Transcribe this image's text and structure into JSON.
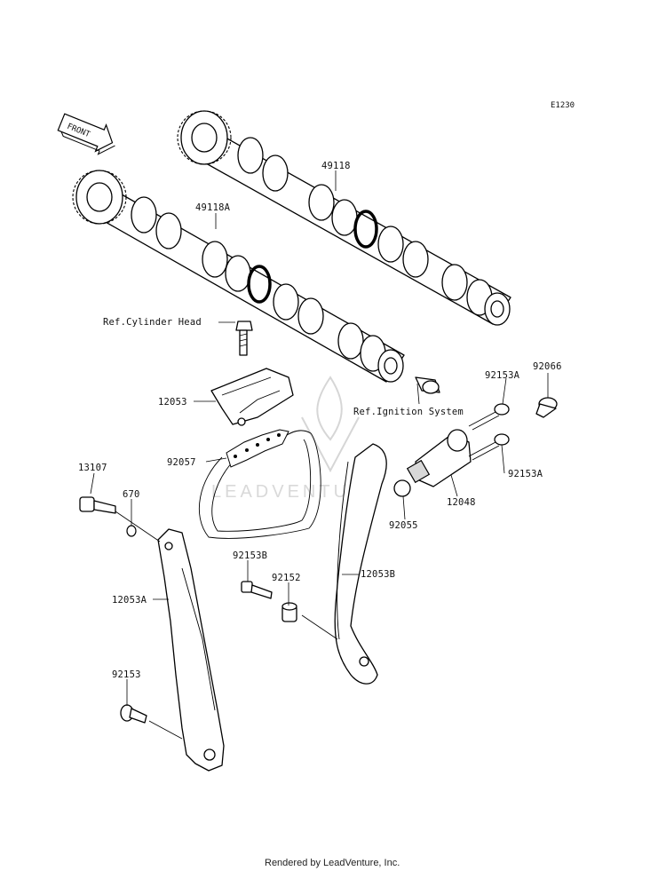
{
  "diagram_code": "E1230",
  "front_label": "FRONT",
  "watermark": "LEADVENTURE",
  "footer": "Rendered by LeadVenture, Inc.",
  "labels": {
    "p49118": "49118",
    "p49118A": "49118A",
    "ref_cyl_head": "Ref.Cylinder Head",
    "p12053": "12053",
    "ref_ignition": "Ref.Ignition System",
    "p92153A_top": "92153A",
    "p92066": "92066",
    "p92057": "92057",
    "p13107": "13107",
    "p670": "670",
    "p92153A_bottom": "92153A",
    "p12048": "12048",
    "p92055": "92055",
    "p92153B": "92153B",
    "p92152": "92152",
    "p12053B": "12053B",
    "p12053A": "12053A",
    "p92153": "92153"
  }
}
